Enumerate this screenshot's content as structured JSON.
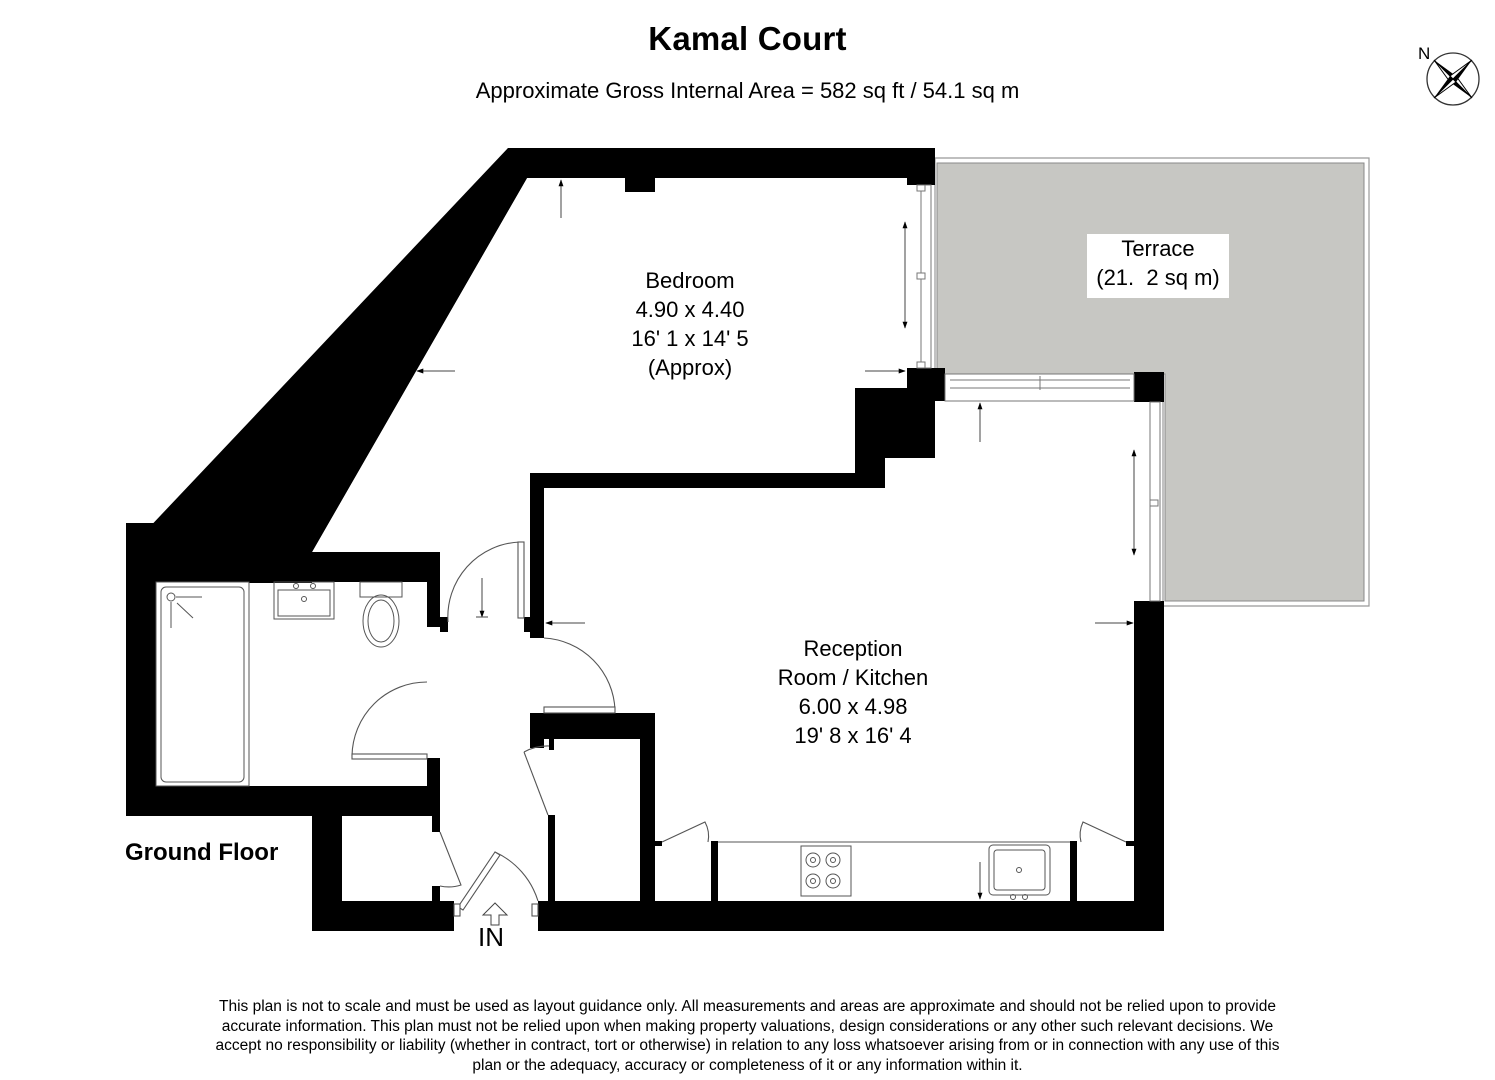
{
  "header": {
    "title": "Kamal Court",
    "subtitle": "Approximate Gross Internal Area = 582 sq ft / 54.1 sq m"
  },
  "compass": {
    "label": "N",
    "icon": "compass-rose-icon"
  },
  "floor": {
    "label": "Ground Floor",
    "entrance_label": "IN"
  },
  "rooms": {
    "bedroom": {
      "name": "Bedroom",
      "metric": "4.90 x 4.40",
      "imperial": "16' 1 x 14' 5",
      "note": "(Approx)"
    },
    "reception": {
      "name": "Reception",
      "name2": "Room / Kitchen",
      "metric": "6.00 x 4.98",
      "imperial": "19' 8 x 16' 4"
    },
    "terrace": {
      "name": "Terrace",
      "area": "(21.  2 sq m)",
      "fill_color": "#c7c7c3"
    }
  },
  "colors": {
    "wall": "#000000",
    "background": "#ffffff",
    "fixture_line": "#555555"
  },
  "disclaimer": "This plan is not to scale and must be used as layout guidance only. All measurements and areas are approximate and should not be relied upon to provide accurate information. This plan must not be relied upon when making property valuations, design considerations or any other such relevant decisions. We accept no responsibility or liability (whether in contract, tort or otherwise) in relation to any loss whatsoever arising from or in connection with any use of this plan or the adequacy, accuracy or completeness of it or any information within it."
}
